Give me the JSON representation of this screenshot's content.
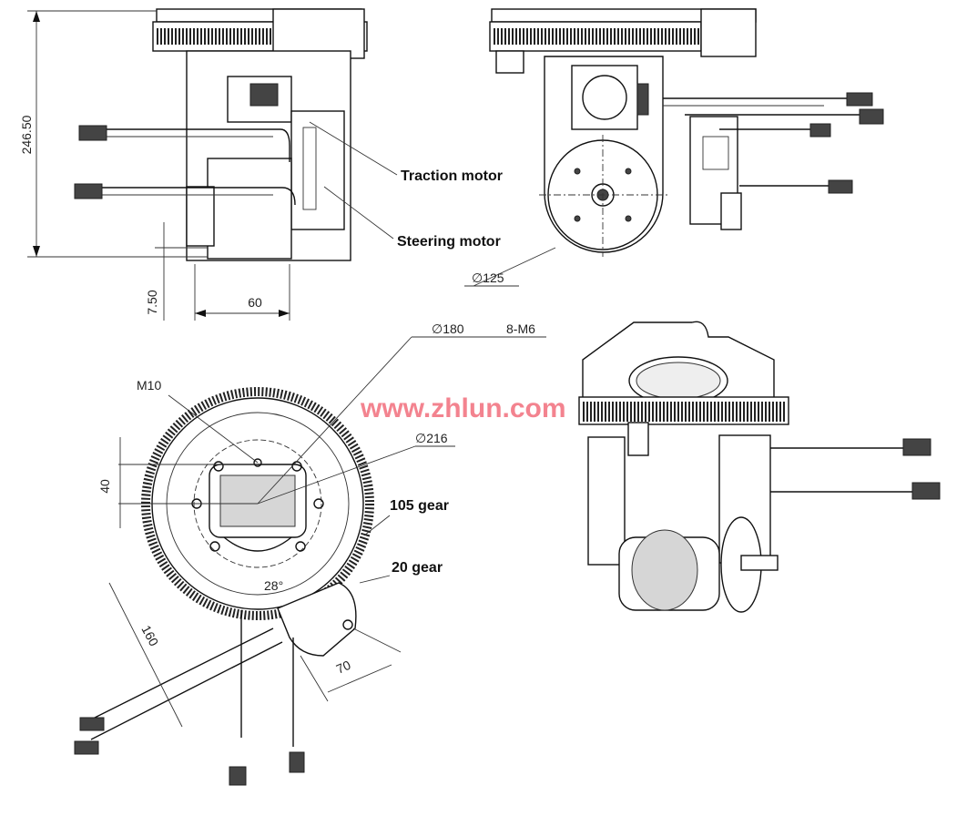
{
  "dimensions": {
    "height_total": "246.50",
    "offset_bottom": "7.50",
    "width_60": "60",
    "wheel_dia": "∅125",
    "bolt_circle": "∅180",
    "bolt_spec": "8-M6",
    "thread_m10": "M10",
    "flange_dia": "∅216",
    "offset_40": "40",
    "len_160": "160",
    "len_70": "70",
    "angle_28": "28°"
  },
  "callouts": {
    "traction_motor": "Traction motor",
    "steering_motor": "Steering motor",
    "gear_105": "105 gear",
    "gear_20": "20 gear"
  },
  "watermark": "www.zhlun.com",
  "colors": {
    "line": "#111111",
    "watermark": "#ef5a6a",
    "render_grey": "#d6d6d6"
  }
}
